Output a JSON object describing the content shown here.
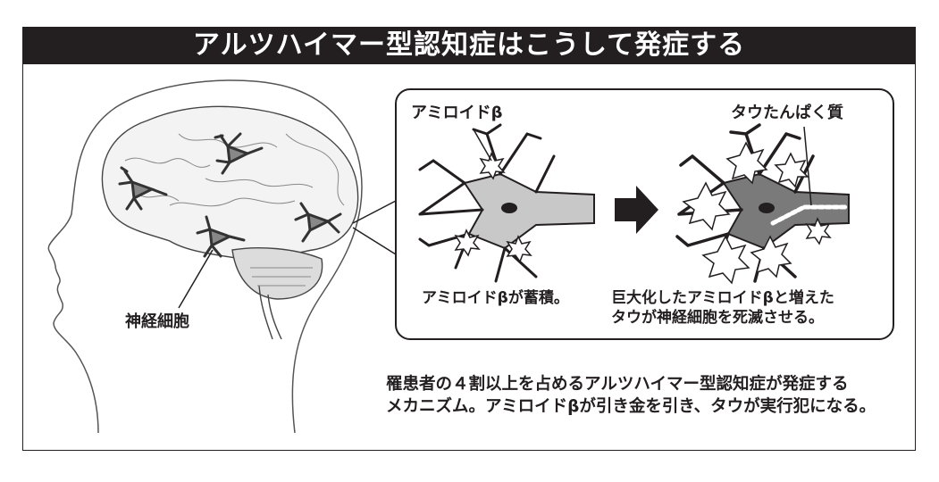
{
  "title": "アルツハイマー型認知症はこうして発症する",
  "labels": {
    "amyloid": "アミロイドβ",
    "tau": "タウたんぱく質",
    "neuron": "神経細胞"
  },
  "stages": [
    {
      "caption_lines": [
        "アミロイドβが蓄積。"
      ]
    },
    {
      "caption_lines": [
        "巨大化したアミロイドβと増えた",
        "タウが神経細胞を死滅させる。"
      ]
    }
  ],
  "summary_lines": [
    "罹患者の４割以上を占めるアルツハイマー型認知症が発症する",
    "メカニズム。アミロイドβが引き金を引き、タウが実行犯になる。"
  ],
  "colors": {
    "title_bg": "#231f20",
    "neuron_early": "#c8c8c8",
    "neuron_late": "#7a7a7a"
  }
}
